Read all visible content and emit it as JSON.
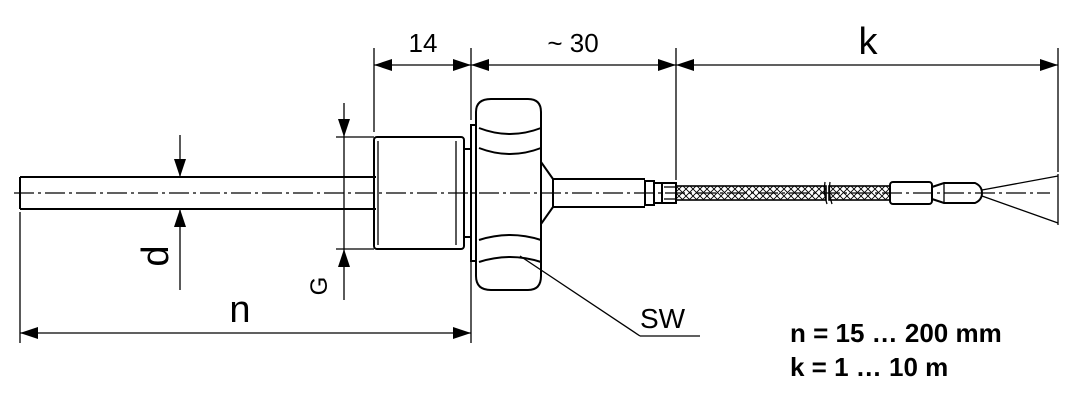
{
  "dimensions": {
    "nut_width": "14",
    "neck_length": "~ 30",
    "cable_length": "k",
    "diameter": "d",
    "thread": "G",
    "probe_length": "n",
    "wrench_size": "SW"
  },
  "notes": {
    "n_range": "n = 15 … 200 mm",
    "k_range": "k = 1 … 10 m"
  }
}
